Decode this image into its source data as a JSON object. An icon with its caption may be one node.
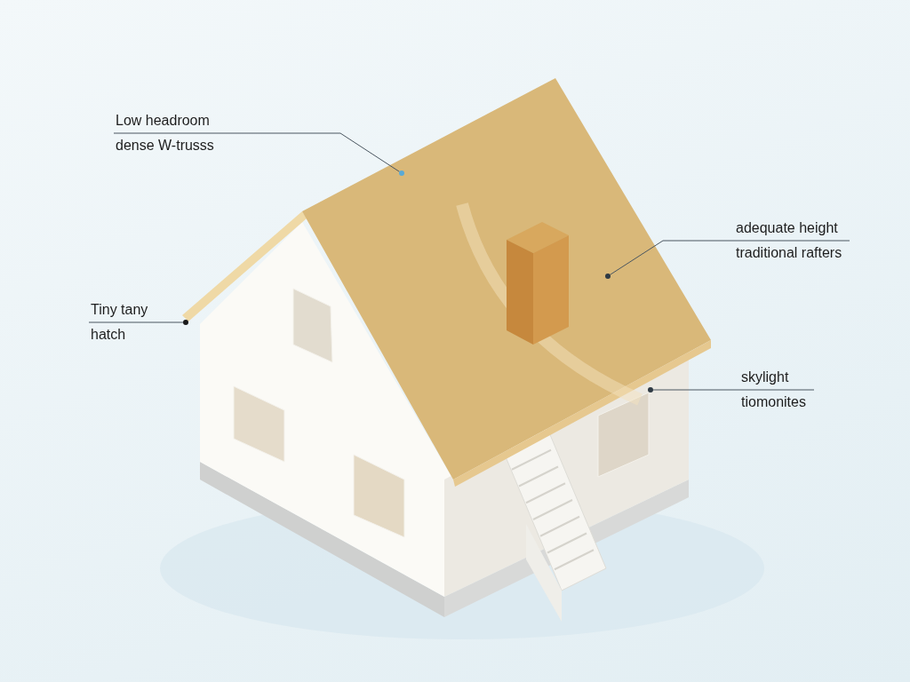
{
  "diagram": {
    "nodes": [
      {
        "text": [
          "Low headroom",
          "dense W-trusss"
        ]
      },
      {
        "text": [],
        "shape": "circle"
      },
      {
        "text": [
          "adequate height",
          "traditional rafters"
        ]
      },
      {
        "text": [],
        "shape": "circle"
      },
      {
        "text": [
          "Tiny tany",
          "hatch"
        ]
      },
      {
        "text": [],
        "shape": "circle"
      },
      {
        "text": [
          "skylight",
          "tiomonites"
        ]
      },
      {
        "text": [],
        "shape": "circle"
      }
    ],
    "edges": [
      {
        "from": 0,
        "to": 1,
        "arrow": "none"
      },
      {
        "from": 2,
        "to": 3,
        "arrow": "none"
      },
      {
        "from": 4,
        "to": 5,
        "arrow": "none"
      },
      {
        "from": 6,
        "to": 7,
        "arrow": "none"
      }
    ]
  }
}
